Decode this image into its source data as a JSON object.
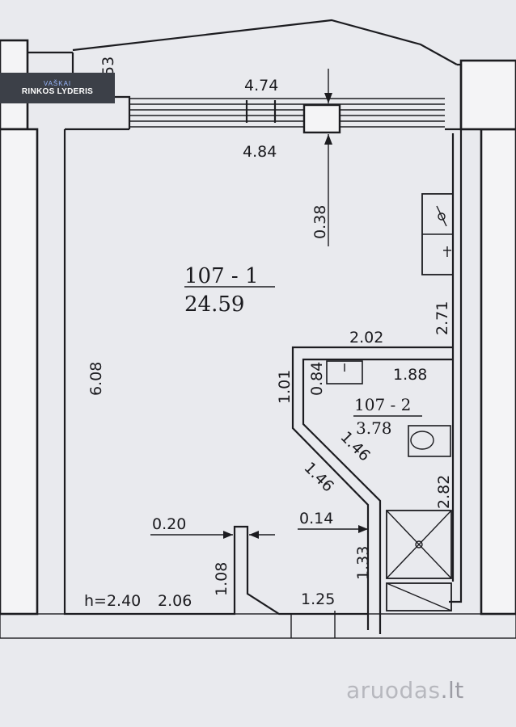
{
  "rooms": [
    {
      "id": "107 - 1",
      "area": "24.59"
    },
    {
      "id": "107 - 2",
      "area": "3.78"
    }
  ],
  "dimensions": {
    "window_outer": "4.74",
    "window_inner": "4.84",
    "top_left_cut": ".53",
    "window_depth": "0.38",
    "kitchen_wall": "2.71",
    "bathroom_top": "2.02",
    "room_height_left": "6.08",
    "bath_left_side": "1.01",
    "bath_inner_left": "0.84",
    "bath_inner_top": "1.88",
    "diag_inner": "1.46",
    "diag_outer": "1.46",
    "bath_right": "2.82",
    "partition_gap": "0.20",
    "partition_right": "0.14",
    "entry_depth": "1.33",
    "partition_len": "1.08",
    "corridor_width": "1.25",
    "ceiling_height": "h=2.40",
    "left_bottom": "2.06"
  },
  "branding": {
    "logo_text": "VAŠKAI",
    "tagline": "RINKOS LYDERIS"
  },
  "watermark": {
    "site": "aruodas",
    "tld": ".lt"
  }
}
